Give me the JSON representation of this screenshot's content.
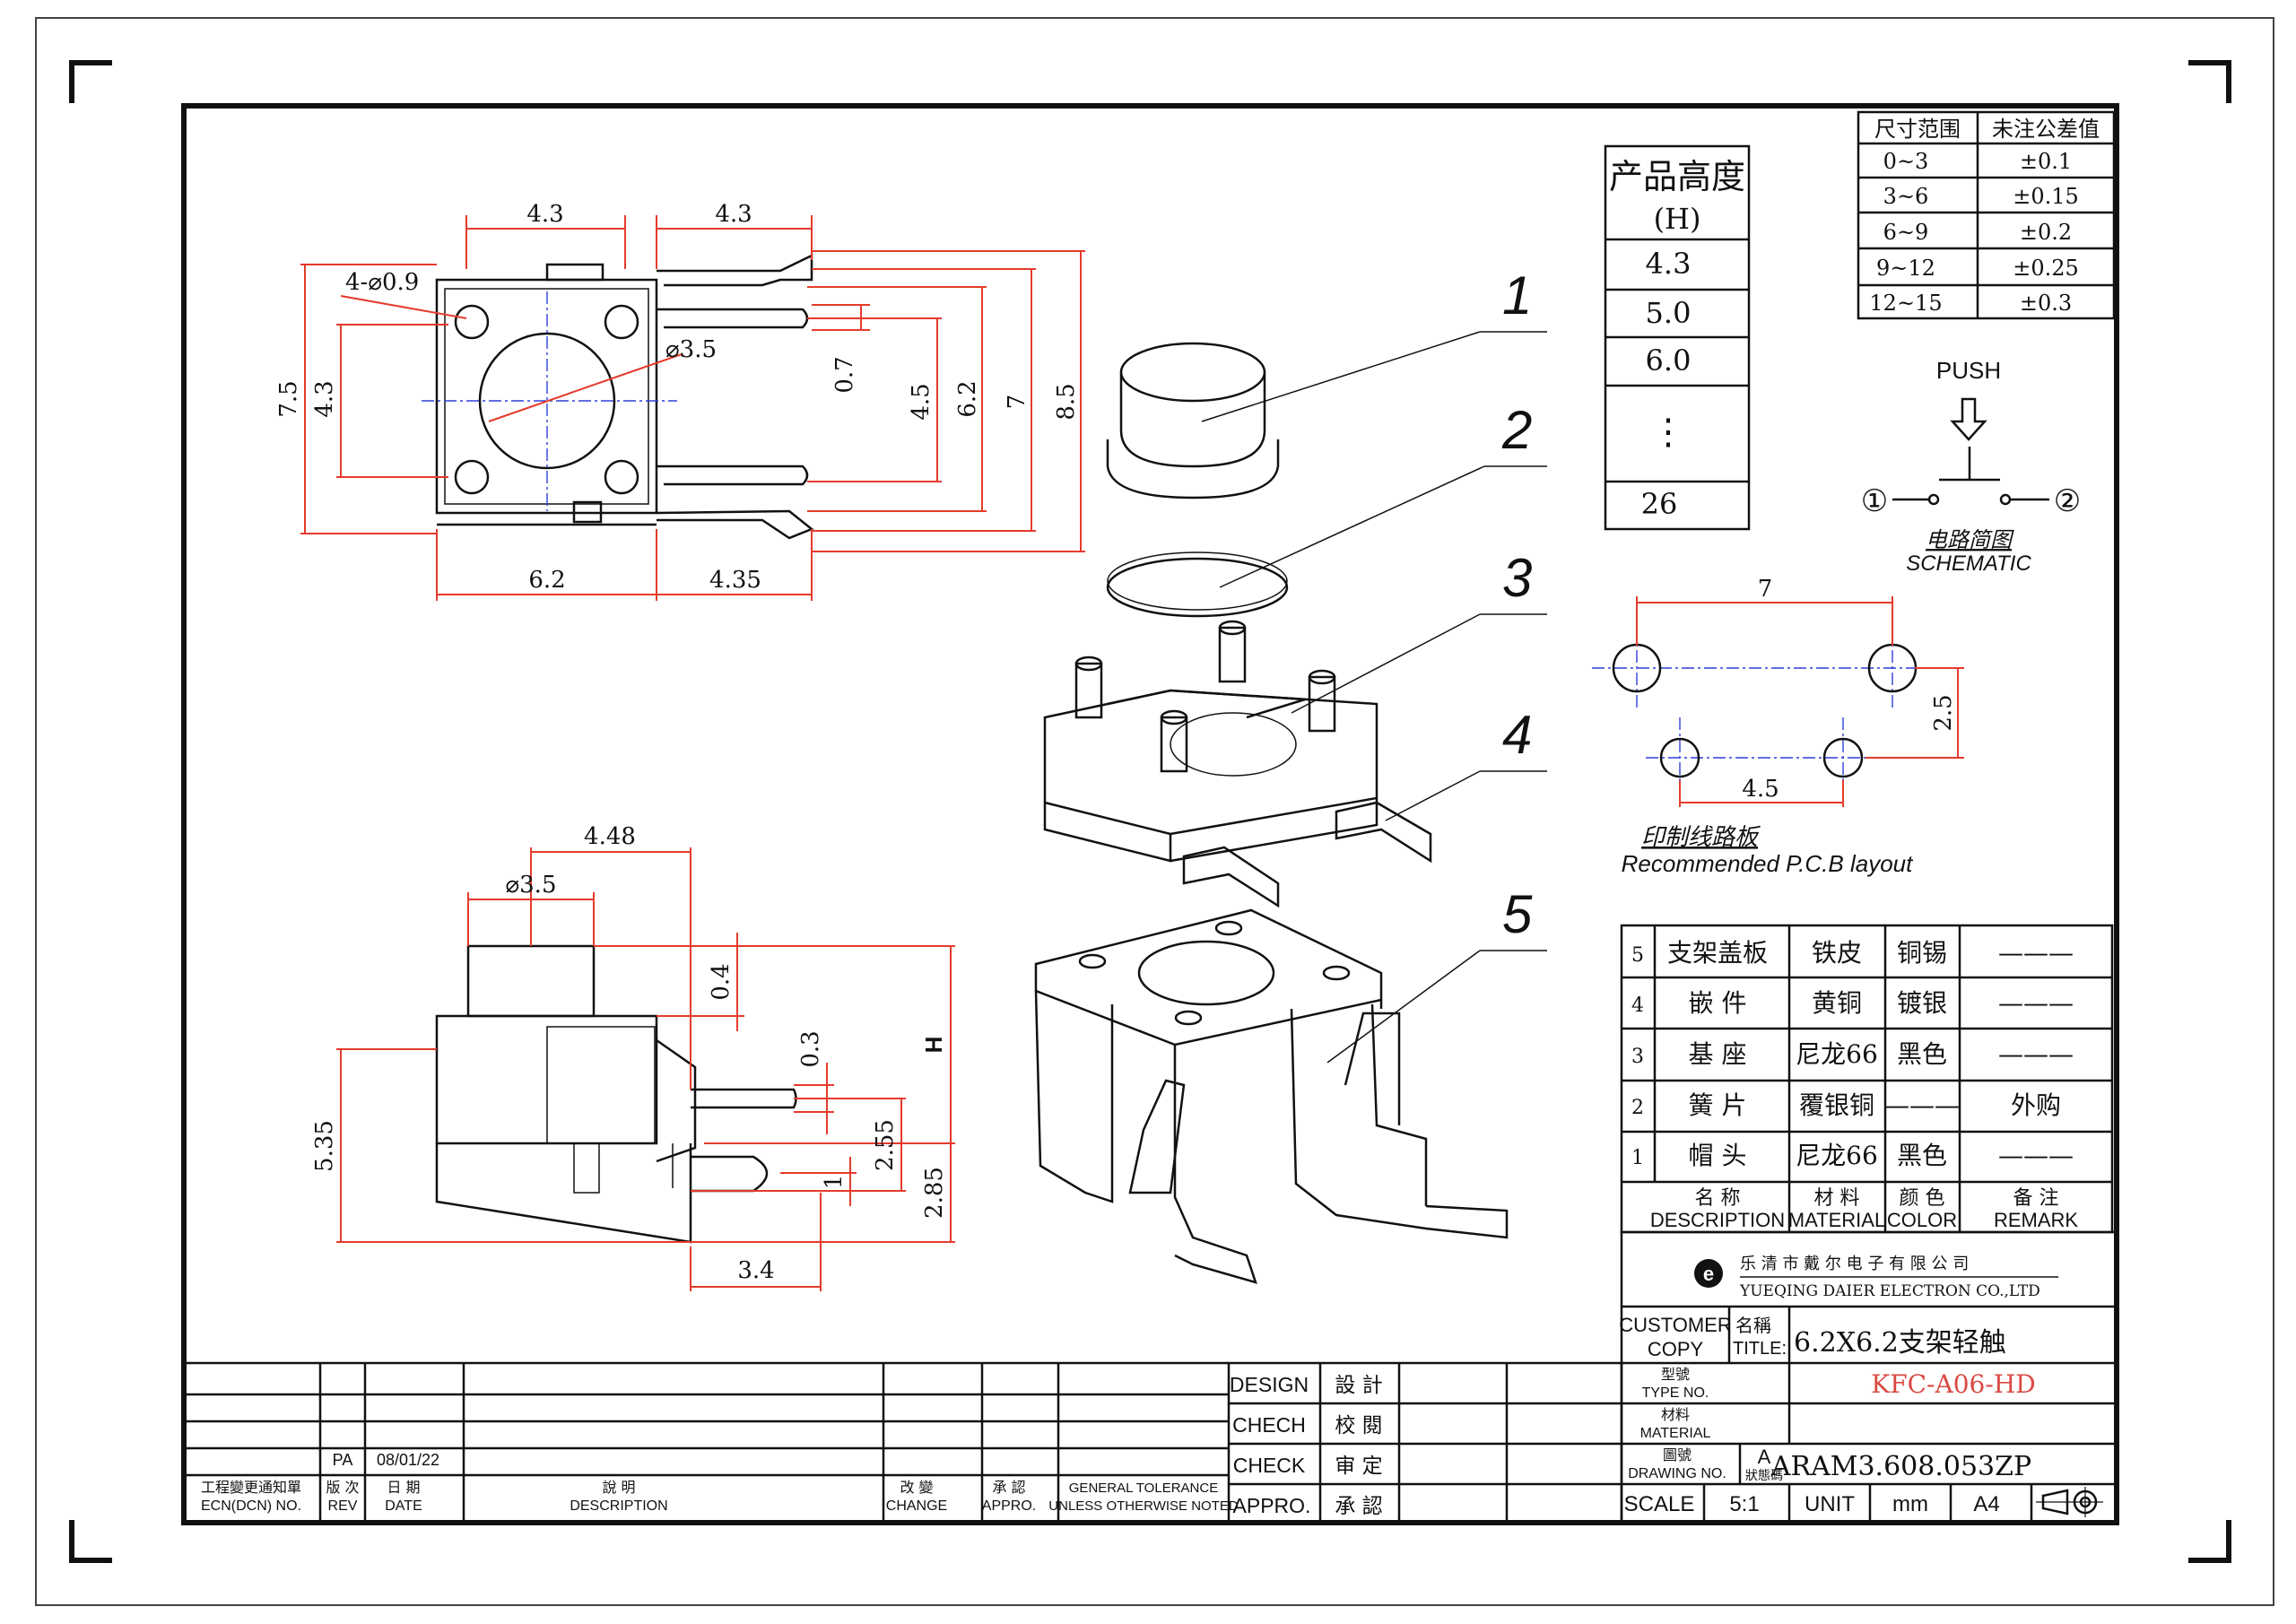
{
  "top_view": {
    "dims": {
      "w_top_left": "4.3",
      "w_top_right": "4.3",
      "pin_holes": "4-⌀0.9",
      "button_dia": "⌀3.5",
      "h_7_5": "7.5",
      "h_4_3": "4.3",
      "h_0_7": "0.7",
      "h_4_5": "4.5",
      "h_6_2": "6.2",
      "h_7": "7",
      "h_8_5": "8.5",
      "w_6_2": "6.2",
      "w_4_35": "4.35"
    }
  },
  "side_view": {
    "dims": {
      "w_4_48": "4.48",
      "button_dia": "⌀3.5",
      "d_0_4": "0.4",
      "d_0_3": "0.3",
      "d_H": "H",
      "d_5_35": "5.35",
      "d_2_55": "2.55",
      "d_1": "1",
      "d_2_85": "2.85",
      "w_3_4": "3.4"
    }
  },
  "exploded": {
    "callouts": [
      "1",
      "2",
      "3",
      "4",
      "5"
    ]
  },
  "height_table": {
    "header_line1": "产品高度",
    "header_line2": "(H)",
    "rows": [
      "4.3",
      "5.0",
      "6.0",
      "⋮",
      "26"
    ]
  },
  "tolerance_table": {
    "headers": [
      "尺寸范围",
      "未注公差值"
    ],
    "rows": [
      [
        "0~3",
        "±0.1"
      ],
      [
        "3~6",
        "±0.15"
      ],
      [
        "6~9",
        "±0.2"
      ],
      [
        "9~12",
        "±0.25"
      ],
      [
        "12~15",
        "±0.3"
      ]
    ]
  },
  "schematic": {
    "push": "PUSH",
    "node1": "①",
    "node2": "②",
    "title_cn": "电路简图",
    "title_en": "SCHEMATIC"
  },
  "pcb_layout": {
    "dim_7": "7",
    "dim_2_5": "2.5",
    "dim_4_5": "4.5",
    "title_cn": "印制线路板",
    "title_en": "Recommended P.C.B layout"
  },
  "bom": {
    "rows": [
      {
        "no": "5",
        "name": "支架盖板",
        "material": "铁皮",
        "color": "铜锡",
        "remark": "———"
      },
      {
        "no": "4",
        "name": "嵌 件",
        "material": "黄铜",
        "color": "镀银",
        "remark": "———"
      },
      {
        "no": "3",
        "name": "基 座",
        "material": "尼龙66",
        "color": "黑色",
        "remark": "———"
      },
      {
        "no": "2",
        "name": "簧 片",
        "material": "覆银铜",
        "color": "———",
        "remark": "外购"
      },
      {
        "no": "1",
        "name": "帽 头",
        "material": "尼龙66",
        "color": "黑色",
        "remark": "———"
      }
    ],
    "footer": {
      "name_cn": "名 称",
      "name_en": "DESCRIPTION",
      "material_cn": "材 料",
      "material_en": "MATERIAL",
      "color_cn": "颜 色",
      "color_en": "COLOR",
      "remark_cn": "备 注",
      "remark_en": "REMARK"
    }
  },
  "title_block": {
    "company_cn": "乐 清 市 戴 尔 电 子 有 限 公 司",
    "company_en": "YUEQING DAIER ELECTRON CO.,LTD",
    "customer": "CUSTOMER",
    "copy": "COPY",
    "title_label_cn": "名稱",
    "title_label_en": "TITLE:",
    "title_value": "6.2X6.2支架轻触",
    "type_label_cn": "型號",
    "type_label_en": "TYPE NO.",
    "type_value": "KFC-A06-HD",
    "material_label_cn": "材料",
    "material_label_en": "MATERIAL",
    "drawing_label_cn": "圖號",
    "drawing_label_en": "DRAWING NO.",
    "version_value": "A",
    "version_label": "狀態碼",
    "drawing_value": "ARAM3.608.053ZP",
    "scale_label": "SCALE",
    "scale_value": "5:1",
    "unit_label": "UNIT",
    "unit_value": "mm",
    "paper_value": "A4"
  },
  "sign_block": [
    {
      "en": "DESIGN",
      "cn": "設 計"
    },
    {
      "en": "CHECH",
      "cn": "校 閱"
    },
    {
      "en": "CHECK",
      "cn": "审 定"
    },
    {
      "en": "APPRO.",
      "cn": "承 認"
    }
  ],
  "revision_block": {
    "entry": {
      "rev": "PA",
      "date": "08/01/22"
    },
    "headers": {
      "ecn_cn": "工程變更通知單",
      "ecn_en": "ECN(DCN) NO.",
      "rev_cn": "版 次",
      "rev_en": "REV",
      "date_cn": "日 期",
      "date_en": "DATE",
      "desc_cn": "說 明",
      "desc_en": "DESCRIPTION",
      "change_cn": "改 變",
      "change_en": "CHANGE",
      "appro_cn": "承 認",
      "appro_en": "APPRO.",
      "tol_1": "GENERAL TOLERANCE",
      "tol_2": "UNLESS OTHERWISE NOTED"
    }
  }
}
